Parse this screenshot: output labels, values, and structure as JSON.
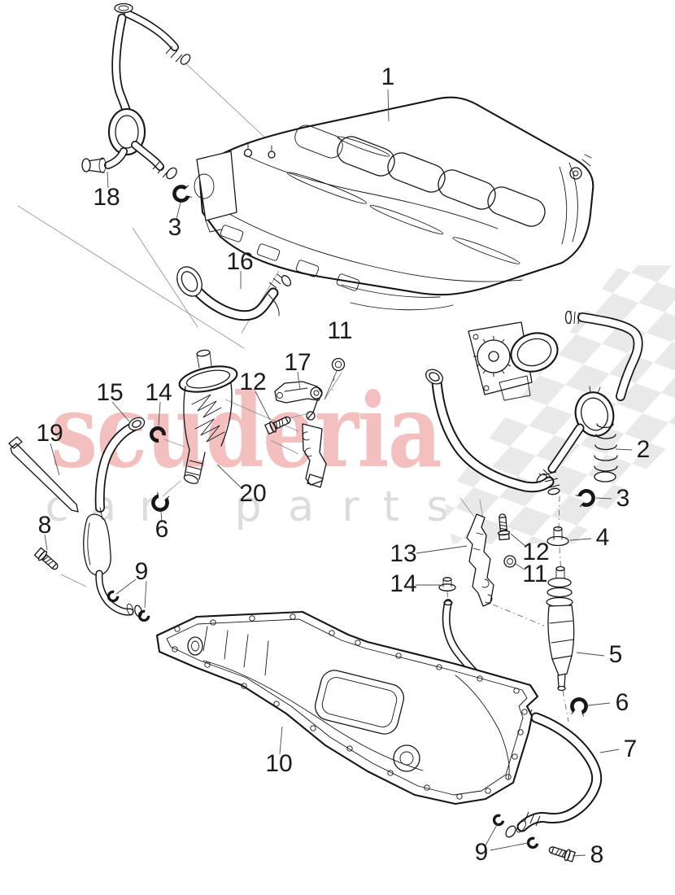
{
  "watermark": {
    "brand": "scuderia",
    "sub": "car parts",
    "brand_color": "#f3bfbf",
    "sub_color": "#dcdcdc",
    "checker_color": "#e9e9e9"
  },
  "ink_color": "#161616",
  "callouts": [
    {
      "part": "1"
    },
    {
      "part": "18"
    },
    {
      "part": "3"
    },
    {
      "part": "16"
    },
    {
      "part": "11"
    },
    {
      "part": "17"
    },
    {
      "part": "12"
    },
    {
      "part": "15"
    },
    {
      "part": "14"
    },
    {
      "part": "19"
    },
    {
      "part": "2"
    },
    {
      "part": "3"
    },
    {
      "part": "20"
    },
    {
      "part": "4"
    },
    {
      "part": "8"
    },
    {
      "part": "6"
    },
    {
      "part": "12"
    },
    {
      "part": "13"
    },
    {
      "part": "11"
    },
    {
      "part": "9"
    },
    {
      "part": "14"
    },
    {
      "part": "5"
    },
    {
      "part": "6"
    },
    {
      "part": "7"
    },
    {
      "part": "10"
    },
    {
      "part": "9"
    },
    {
      "part": "8"
    }
  ]
}
